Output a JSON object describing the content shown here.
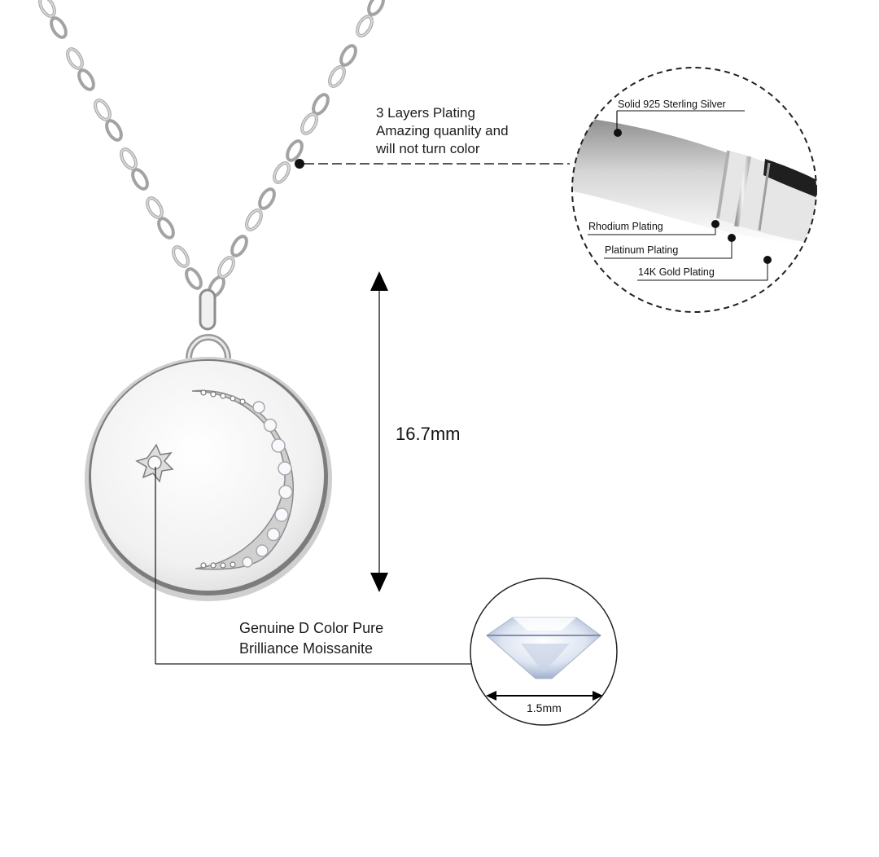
{
  "product": {
    "type": "Moon and star disc pendant necklace",
    "chain": "cable chain",
    "pendant": "round disc with crescent moon pave and star-set stone"
  },
  "callouts": {
    "plating": {
      "line1": "3 Layers Plating",
      "line2": "Amazing quanlity and",
      "line3": "will not turn color"
    },
    "layers_detail": {
      "core": "Solid 925 Sterling Silver",
      "layer1": "Rhodium Plating",
      "layer2": "Platinum Plating",
      "layer3": "14K Gold Plating"
    },
    "stone": {
      "line1": "Genuine D Color Pure",
      "line2": "Brilliance Moissanite",
      "size": "1.5mm"
    }
  },
  "dimensions": {
    "pendant_height": "16.7mm"
  },
  "colors": {
    "background": "#ffffff",
    "text": "#1c1c1c",
    "silver_light": "#f2f2f2",
    "silver_mid": "#bdbdbd",
    "silver_dark": "#6e6e6e",
    "leader_line": "#222222"
  }
}
